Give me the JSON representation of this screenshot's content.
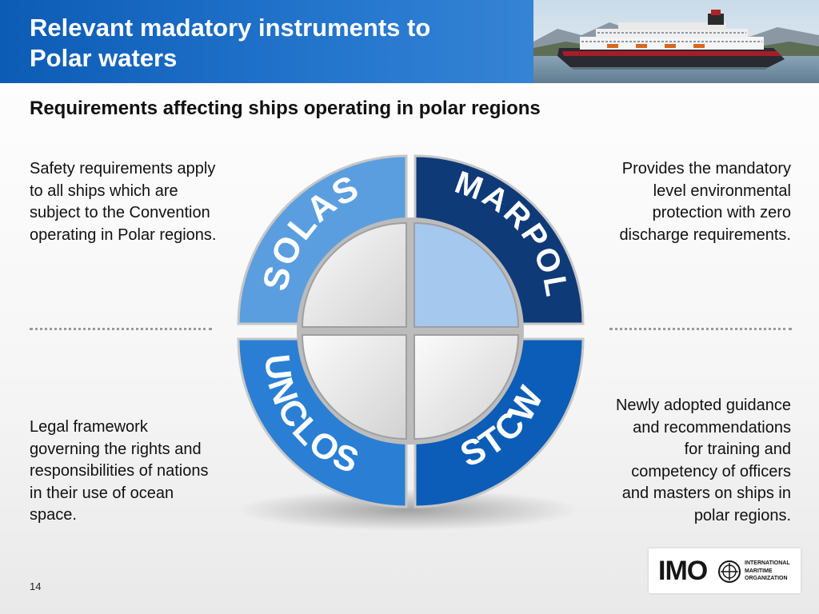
{
  "header": {
    "title_line1": "Relevant madatory instruments to",
    "title_line2": "Polar waters"
  },
  "subtitle": "Requirements affecting ships operating in polar regions",
  "text_blocks": {
    "solas": [
      "Safety requirements apply",
      "to all ships which are",
      "subject to the Convention",
      "operating in Polar regions."
    ],
    "marpol": [
      "Provides the mandatory",
      "level environmental",
      "protection with zero",
      "discharge requirements."
    ],
    "unclos": [
      "Legal framework",
      "governing the rights and",
      "responsibilities of nations",
      "in their use of ocean",
      "space."
    ],
    "stcw": [
      "Newly adopted guidance",
      "and recommendations",
      "for training and",
      "competency of officers",
      "and masters on ships in",
      "polar regions."
    ]
  },
  "diagram": {
    "segments": {
      "solas": "SOLAS",
      "marpol": "MARPOL",
      "unclos": "UNCLOS",
      "stcw": "STCW"
    },
    "colors": {
      "solas": "#5b9ee0",
      "marpol": "#0e3a78",
      "unclos": "#2a7fd4",
      "stcw": "#0b5db7",
      "marpol_inner": "#a5c8ee"
    }
  },
  "page_number": "14",
  "logo": {
    "letters": "IMO",
    "name_lines": [
      "INTERNATIONAL",
      "MARITIME",
      "ORGANIZATION"
    ]
  }
}
